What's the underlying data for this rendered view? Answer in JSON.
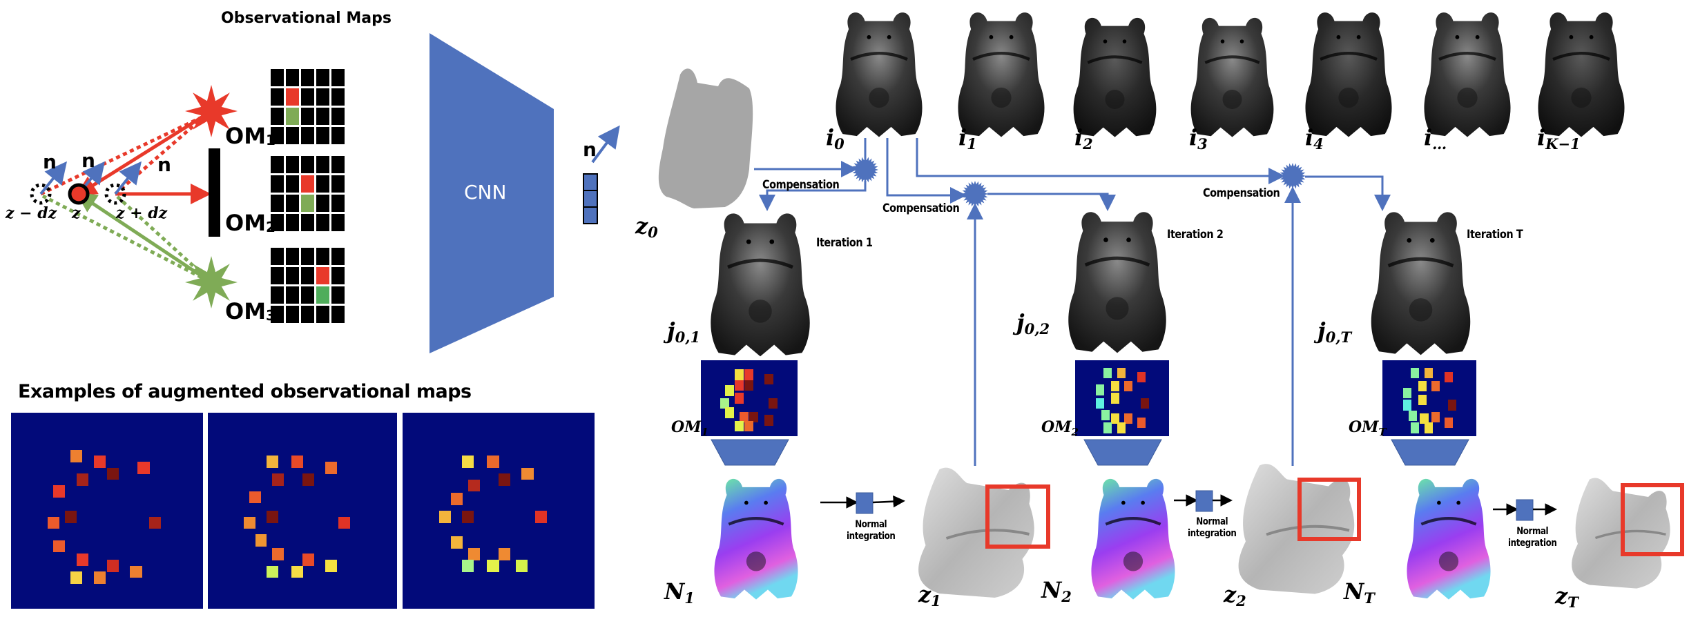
{
  "left_panel": {
    "title": "Observational Maps",
    "normal_label": "n",
    "positions": {
      "minus": "z − dz",
      "center": "z",
      "plus": "z + dz"
    },
    "om_labels": [
      {
        "base": "OM",
        "sub": "1"
      },
      {
        "base": "OM",
        "sub": "2"
      },
      {
        "base": "OM",
        "sub": "3"
      }
    ],
    "cnn_label": "CNN",
    "output_label": "n",
    "colors": {
      "light": "#e8392a",
      "shadow": "#7fab56",
      "accent": "#4f72bd"
    }
  },
  "examples": {
    "title": "Examples of augmented observational maps"
  },
  "pipeline": {
    "initial_depth": {
      "base": "z",
      "sub": "0"
    },
    "inputs": [
      {
        "base": "i",
        "sub": "0"
      },
      {
        "base": "i",
        "sub": "1"
      },
      {
        "base": "i",
        "sub": "2"
      },
      {
        "base": "i",
        "sub": "3"
      },
      {
        "base": "i",
        "sub": "4"
      },
      {
        "base": "i",
        "sub": "…"
      },
      {
        "base": "i",
        "sub": "K−1"
      }
    ],
    "compensation_label": "Compensation",
    "iterations": [
      {
        "title": "Iteration 1",
        "j": {
          "base": "j",
          "sub": "0,1"
        },
        "om": {
          "base": "OM",
          "sub": "1"
        },
        "normal": {
          "base": "N",
          "sub": "1"
        },
        "depth": {
          "base": "z",
          "sub": "1"
        }
      },
      {
        "title": "Iteration 2",
        "j": {
          "base": "j",
          "sub": "0,2"
        },
        "om": {
          "base": "OM",
          "sub": "2"
        },
        "normal": {
          "base": "N",
          "sub": "2"
        },
        "depth": {
          "base": "z",
          "sub": "2"
        }
      },
      {
        "title": "Iteration T",
        "j": {
          "base": "j",
          "sub": "0,T"
        },
        "om": {
          "base": "OM",
          "sub": "T"
        },
        "normal": {
          "base": "N",
          "sub": "T"
        },
        "depth": {
          "base": "z",
          "sub": "T"
        }
      }
    ],
    "normal_integration": {
      "line1": "Normal",
      "line2": "integration"
    }
  }
}
